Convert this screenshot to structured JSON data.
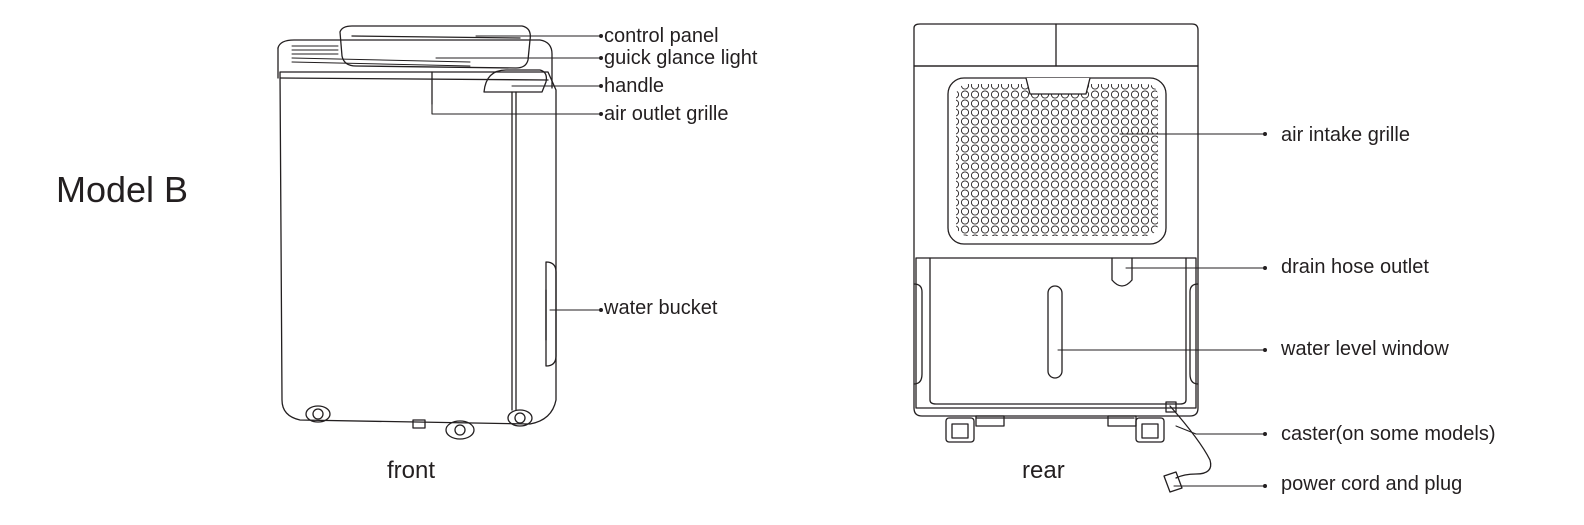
{
  "model_label": "Model B",
  "views": {
    "front": "front",
    "rear": "rear"
  },
  "front_callouts": {
    "control_panel": "control panel",
    "quick_glance_light": "guick glance light",
    "handle": "handle",
    "air_outlet_grille": "air outlet grille",
    "water_bucket": "water bucket"
  },
  "rear_callouts": {
    "air_intake_grille": "air intake grille",
    "drain_hose_outlet": "drain hose outlet",
    "water_level_window": "water level window",
    "caster": "caster(on some models)",
    "power_cord": "power cord and plug"
  },
  "colors": {
    "line": "#231f20",
    "background": "#ffffff"
  }
}
